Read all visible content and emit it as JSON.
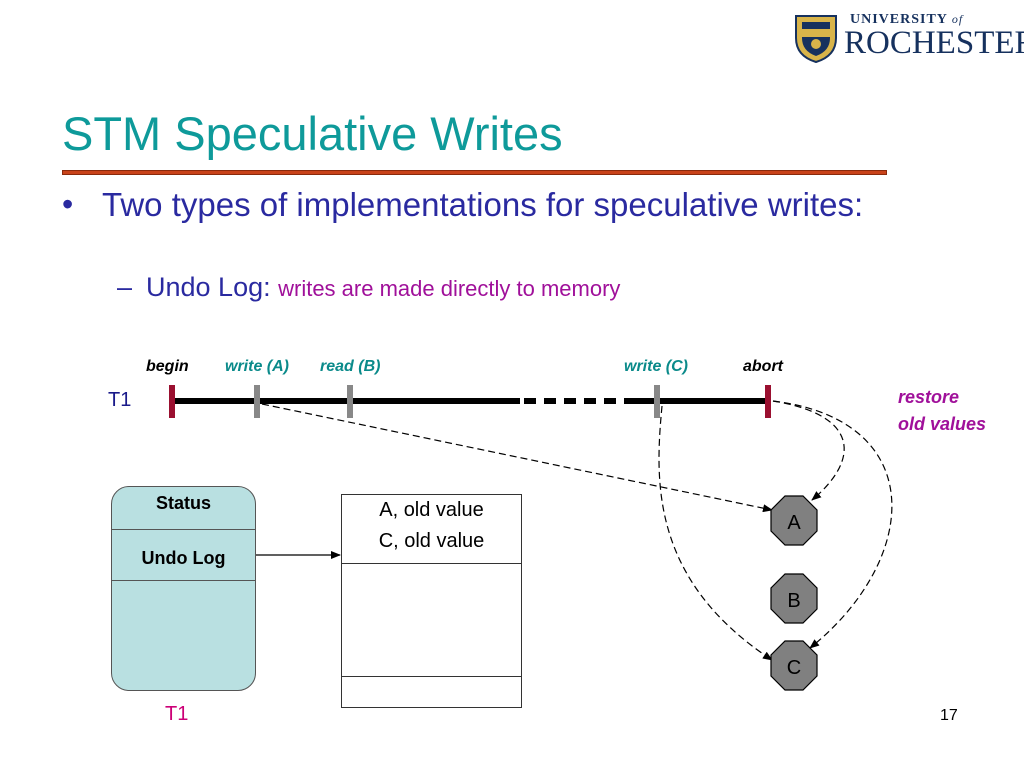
{
  "logo": {
    "university": "UNIVERSITY",
    "of": "of",
    "name": "ROCHESTER"
  },
  "slide": {
    "title": "STM Speculative Writes",
    "bullet": "Two types of implementations for speculative writes:",
    "sub_dash": "–",
    "sub_label": "Undo Log: ",
    "sub_detail": "writes are made directly to memory",
    "page_number": "17"
  },
  "diagram": {
    "thread_label": "T1",
    "events": {
      "begin": "begin",
      "write_a": "write (A)",
      "read_b": "read (B)",
      "write_c": "write (C)",
      "abort": "abort"
    },
    "restore_line1": "restore",
    "restore_line2": "old values",
    "status_box": {
      "status": "Status",
      "undo_log": "Undo Log",
      "owner": "T1"
    },
    "undo_log_entries": [
      "A, old value",
      "C, old value"
    ],
    "memory_nodes": [
      "A",
      "B",
      "C"
    ]
  },
  "colors": {
    "title": "#0e9a9a",
    "title_rule": "#c9431a",
    "bullet_text": "#2a2aa0",
    "highlight": "#a0109a",
    "event_teal": "#0a8a8a",
    "begin_abort_mark": "#9a1030",
    "event_mark": "#888888",
    "status_fill": "#b9e0e1",
    "node_fill": "#808080"
  }
}
